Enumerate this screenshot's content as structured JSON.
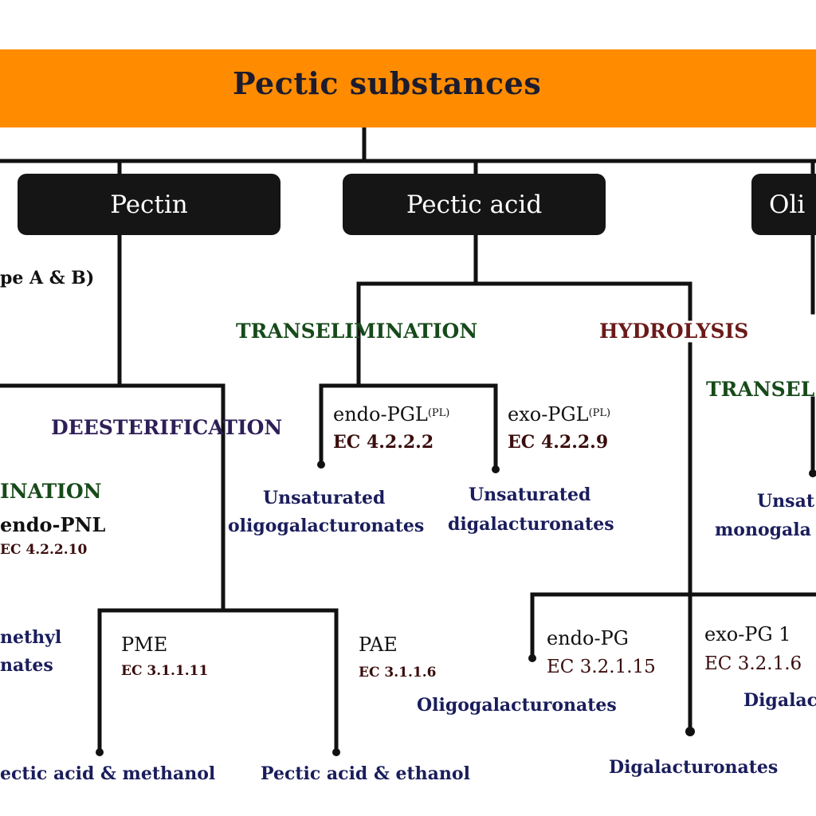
{
  "title": "Pectic substances",
  "substrates": {
    "pectin": "Pectin",
    "pectic_acid": "Pectic acid",
    "oligo_partial": "Oli"
  },
  "pectin_branch": {
    "type_note": "pe A & B)",
    "deesterification": "DEESTERIFICATION",
    "trans_partial": "INATION",
    "endo_pnl": "endo-PNL",
    "endo_pnl_ec": "EC 4.2.2.10",
    "methyl_line1": "nethyl",
    "methyl_line2": "nates",
    "pme": "PME",
    "pme_ec": "EC 3.1.1.11",
    "pae": "PAE",
    "pae_ec": "EC 3.1.1.6",
    "pme_product": "ectic acid & methanol",
    "pae_product": "Pectic acid & ethanol"
  },
  "pectic_acid_branch": {
    "transelimination": "TRANSELIMINATION",
    "hydrolysis": "HYDROLYSIS",
    "endo_pgl": "endo-PGL",
    "endo_pgl_sup": "(PL)",
    "endo_pgl_ec": "EC 4.2.2.2",
    "exo_pgl": "exo-PGL",
    "exo_pgl_sup": "(PL)",
    "exo_pgl_ec": "EC 4.2.2.9",
    "endo_pgl_product_1": "Unsaturated",
    "endo_pgl_product_2": "oligogalacturonates",
    "exo_pgl_product_1": "Unsaturated",
    "exo_pgl_product_2": "digalacturonates",
    "endo_pg": "endo-PG",
    "endo_pg_ec": "EC 3.2.1.15",
    "endo_pg_product": "Oligogalacturonates",
    "exo_pg": "exo-PG 1",
    "exo_pg_ec": "EC 3.2.1.6",
    "hydrolysis_product": "Digalacturonates",
    "exo_pg_product_partial": "Digalac"
  },
  "oligo_branch": {
    "trans_partial": "TRANSEL",
    "product_1": "Unsat",
    "product_2": "monogala"
  }
}
